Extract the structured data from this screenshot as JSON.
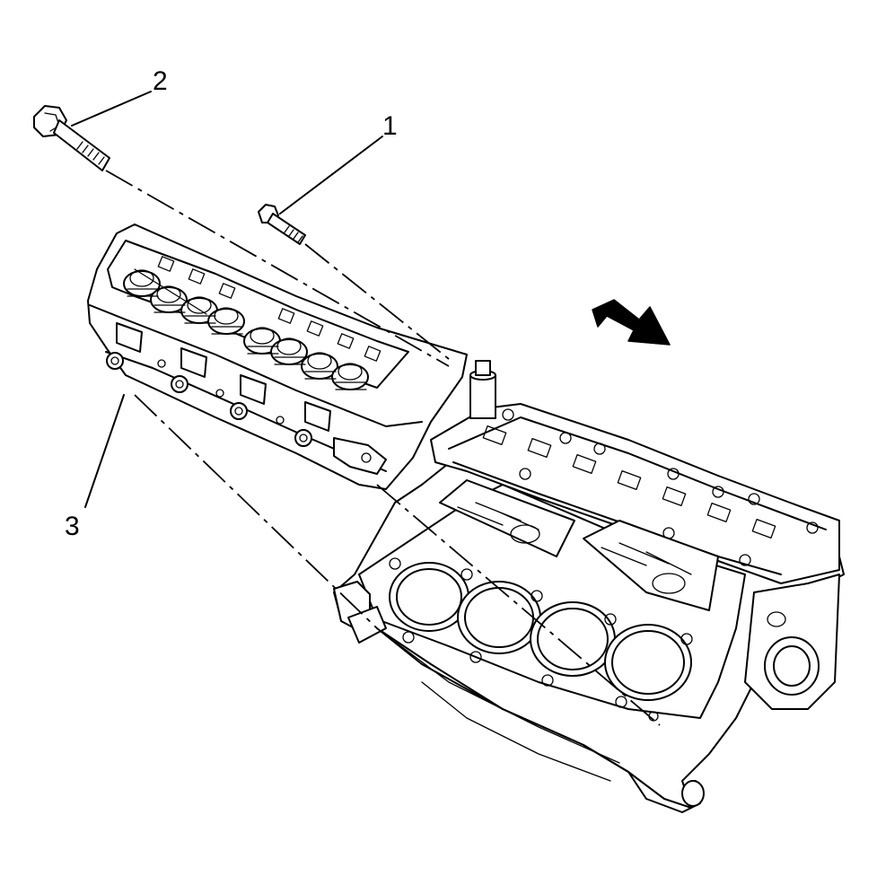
{
  "callouts": [
    {
      "id": "1",
      "label": "1"
    },
    {
      "id": "2",
      "label": "2"
    },
    {
      "id": "3",
      "label": "3"
    }
  ],
  "colors": {
    "ink": "#000000",
    "paper": "#ffffff"
  },
  "icons": {
    "direction": "arrow-down-right-icon"
  }
}
